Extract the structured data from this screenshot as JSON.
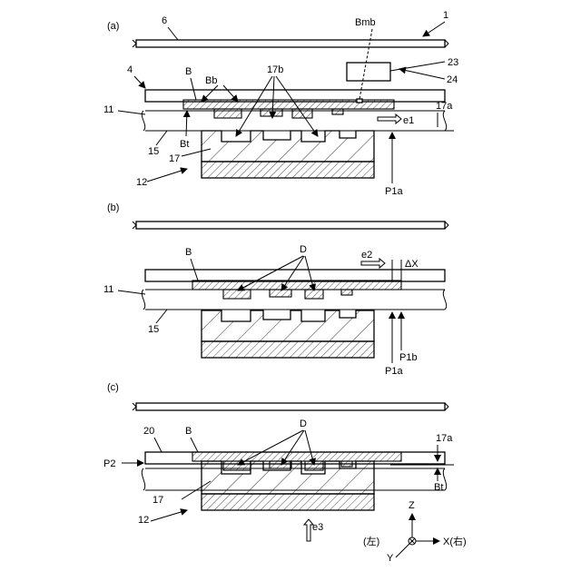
{
  "panels": {
    "a": {
      "tag": "(a)",
      "labels": {
        "ref_1": "1",
        "ref_6": "6",
        "bmb": "Bmb",
        "ref_4": "4",
        "b": "B",
        "bb": "Bb",
        "ref_17b": "17b",
        "ref_23": "23",
        "ref_24": "24",
        "ref_11": "11",
        "bt": "Bt",
        "e1": "e1",
        "ref_17a": "17a",
        "ref_15": "15",
        "ref_17": "17",
        "ref_12": "12",
        "p1a": "P1a"
      }
    },
    "b": {
      "tag": "(b)",
      "labels": {
        "b": "B",
        "d": "D",
        "e2": "e2",
        "delta_x": "ΔX",
        "ref_11": "11",
        "ref_15": "15",
        "p1b": "P1b",
        "p1a": "P1a"
      }
    },
    "c": {
      "tag": "(c)",
      "labels": {
        "ref_20": "20",
        "b": "B",
        "d": "D",
        "ref_17a": "17a",
        "p2": "P2",
        "bt": "Bt",
        "ref_17": "17",
        "ref_12": "12",
        "e3": "e3"
      }
    }
  },
  "axes": {
    "z": "Z",
    "x": "X(右)",
    "left": "(左)",
    "y": "Y"
  }
}
